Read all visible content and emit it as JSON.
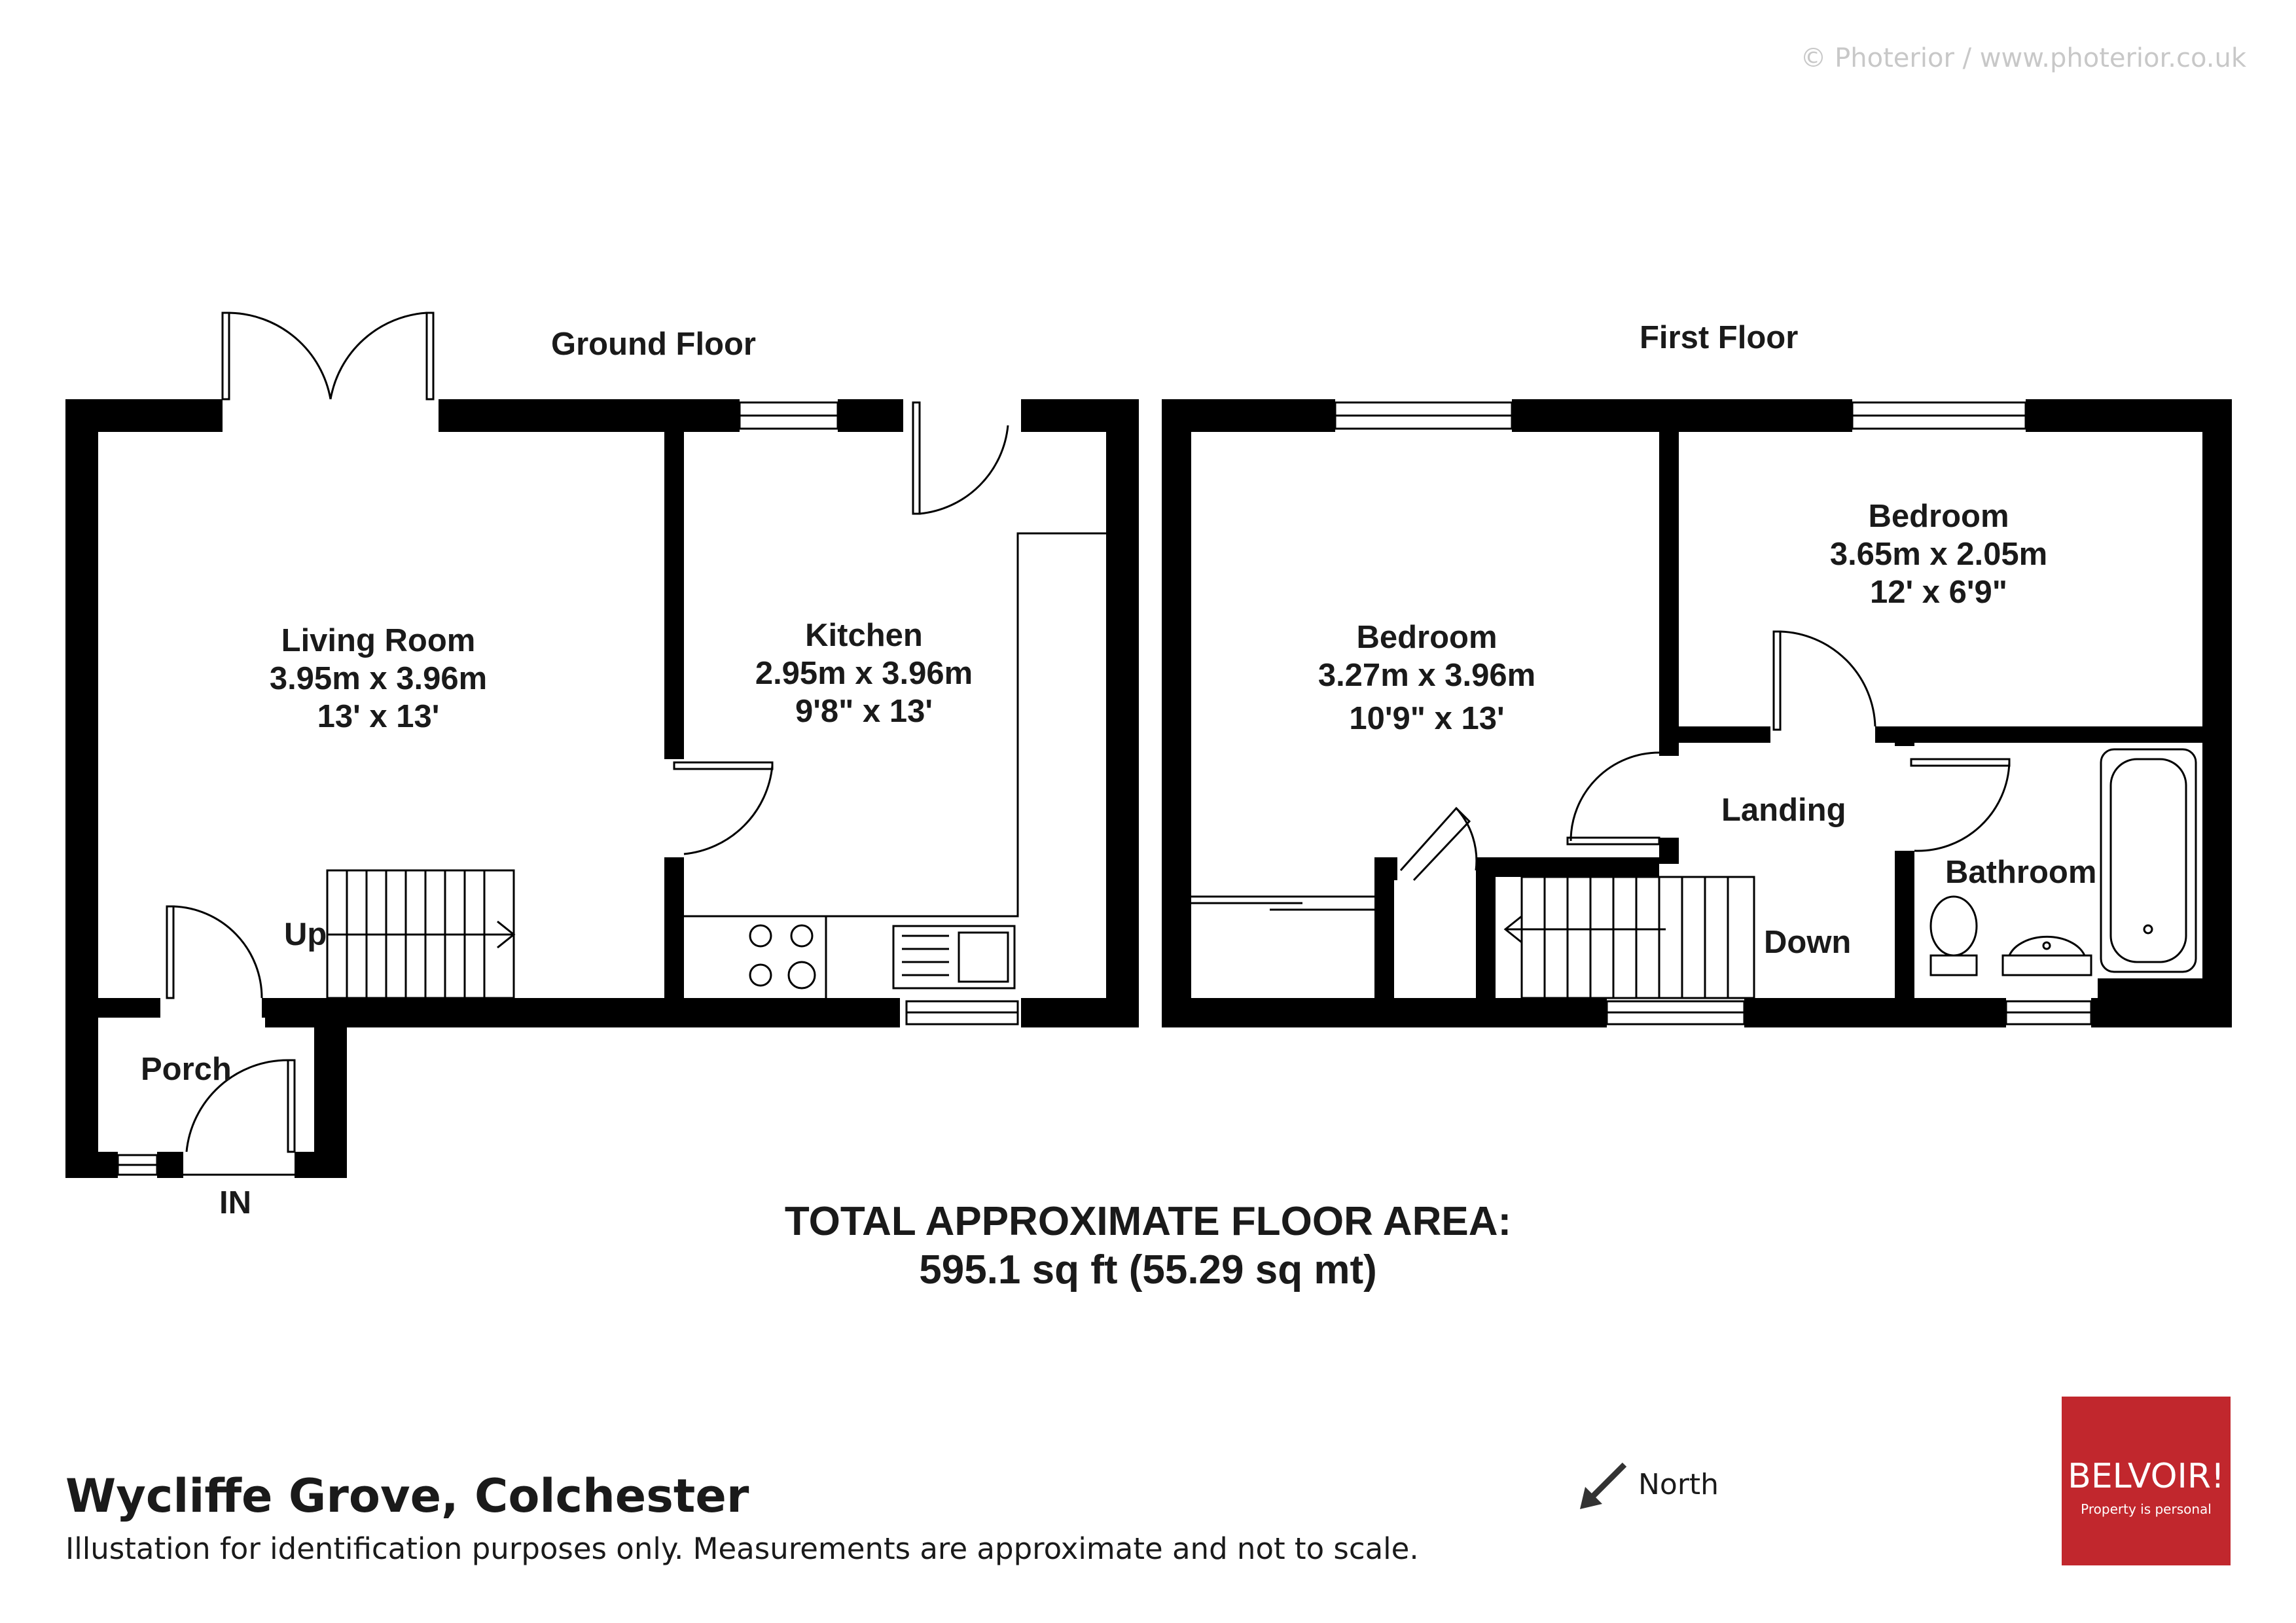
{
  "copyright": "© Photerior / www.photerior.co.uk",
  "ground_floor": {
    "title": "Ground Floor",
    "rooms": {
      "living_room": {
        "name": "Living Room",
        "metric": "3.95m x 3.96m",
        "imperial": "13'  x 13'"
      },
      "kitchen": {
        "name": "Kitchen",
        "metric": "2.95m x 3.96m",
        "imperial": "9'8\"  x 13'"
      },
      "porch": {
        "name": "Porch"
      }
    },
    "stairs_label": "Up",
    "entrance_label": "IN"
  },
  "first_floor": {
    "title": "First Floor",
    "rooms": {
      "bedroom_1": {
        "name": "Bedroom",
        "metric": "3.27m x 3.96m",
        "imperial": "10'9\"  x 13'"
      },
      "bedroom_2": {
        "name": "Bedroom",
        "metric": "3.65m x 2.05m",
        "imperial": "12'  x 6'9\""
      },
      "landing": {
        "name": "Landing"
      },
      "bathroom": {
        "name": "Bathroom"
      }
    },
    "stairs_label": "Down"
  },
  "total_area": {
    "heading": "TOTAL APPROXIMATE FLOOR AREA:",
    "value": "595.1 sq ft (55.29 sq mt)"
  },
  "address": "Wycliffe Grove, Colchester",
  "disclaimer": "Illustation for identification purposes only. Measurements are approximate and not to scale.",
  "compass": {
    "label": "North",
    "icon": "north-arrow-icon"
  },
  "brand": {
    "name": "BELVOIR!",
    "tagline": "Property is personal",
    "color": "#c1272d"
  }
}
